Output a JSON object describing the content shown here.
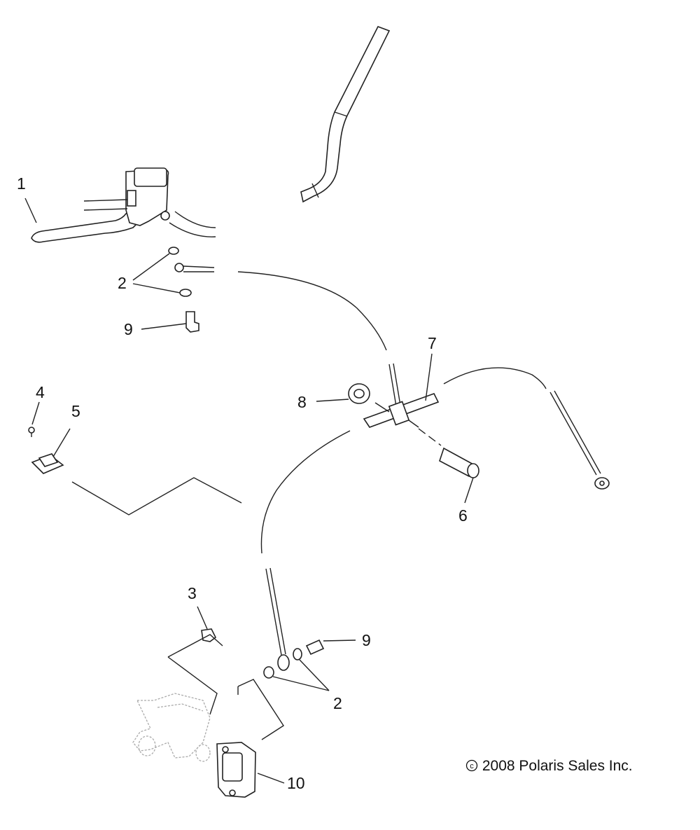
{
  "callouts": {
    "c1": "1",
    "c2a": "2",
    "c9a": "9",
    "c4": "4",
    "c5": "5",
    "c8": "8",
    "c7": "7",
    "c6": "6",
    "c3": "3",
    "c9b": "9",
    "c2b": "2",
    "c10": "10"
  },
  "copyright": "2008 Polaris Sales Inc.",
  "copyright_symbol": "c"
}
